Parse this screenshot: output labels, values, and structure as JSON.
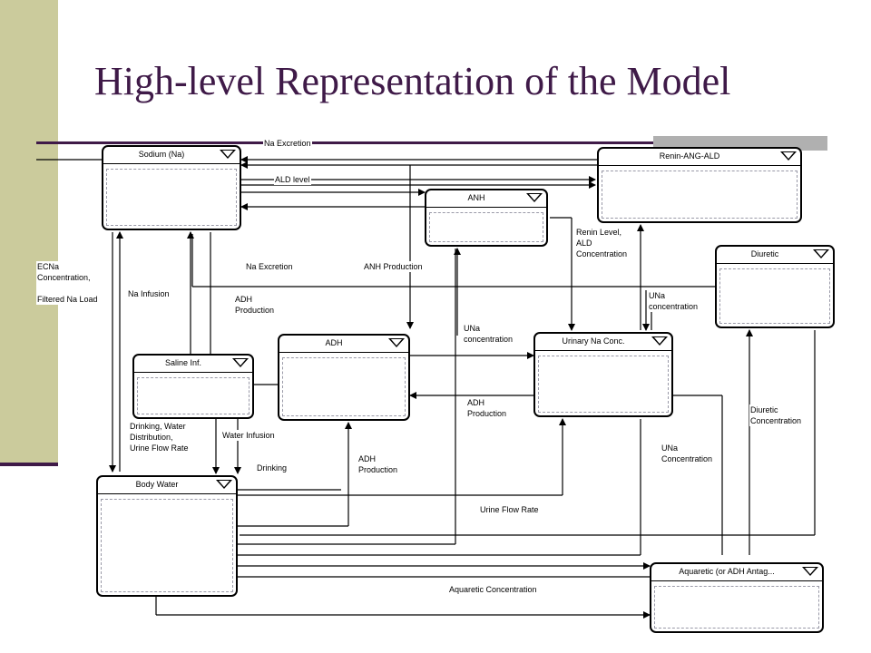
{
  "title": "High-level Representation of the Model",
  "nodes": {
    "sodium": "Sodium (Na)",
    "renin": "Renin-ANG-ALD",
    "anh": "ANH",
    "diuretic": "Diuretic",
    "adh": "ADH",
    "urinary": "Urinary Na Conc.",
    "saline": "Saline Inf.",
    "body_water": "Body Water",
    "aquaretic": "Aquaretic (or ADH Antag..."
  },
  "labels": {
    "na_excretion_top": "Na Excretion",
    "ald_level": "ALD level",
    "ecna": "ECNa\nConcentration,\n\nFiltered Na Load",
    "na_excretion_mid": "Na Excretion",
    "anh_production": "ANH Production",
    "renin_level": "Renin Level,\nALD\nConcentration",
    "na_infusion": "Na Infusion",
    "adh_production_1": "ADH\nProduction",
    "una_conc_1": "UNa\nconcentration",
    "una_conc_2": "UNa\nconcentration",
    "adh_production_2": "ADH\nProduction",
    "drinking_water": "Drinking, Water\nDistribution,\nUrine Flow Rate",
    "water_infusion": "Water Infusion",
    "drinking": "Drinking",
    "adh_production_3": "ADH\nProduction",
    "una_conc_3": "UNa\nConcentration",
    "diuretic_conc": "Diuretic\nConcentration",
    "urine_flow_rate": "Urine Flow Rate",
    "aquaretic_conc": "Aquaretic Concentration"
  }
}
